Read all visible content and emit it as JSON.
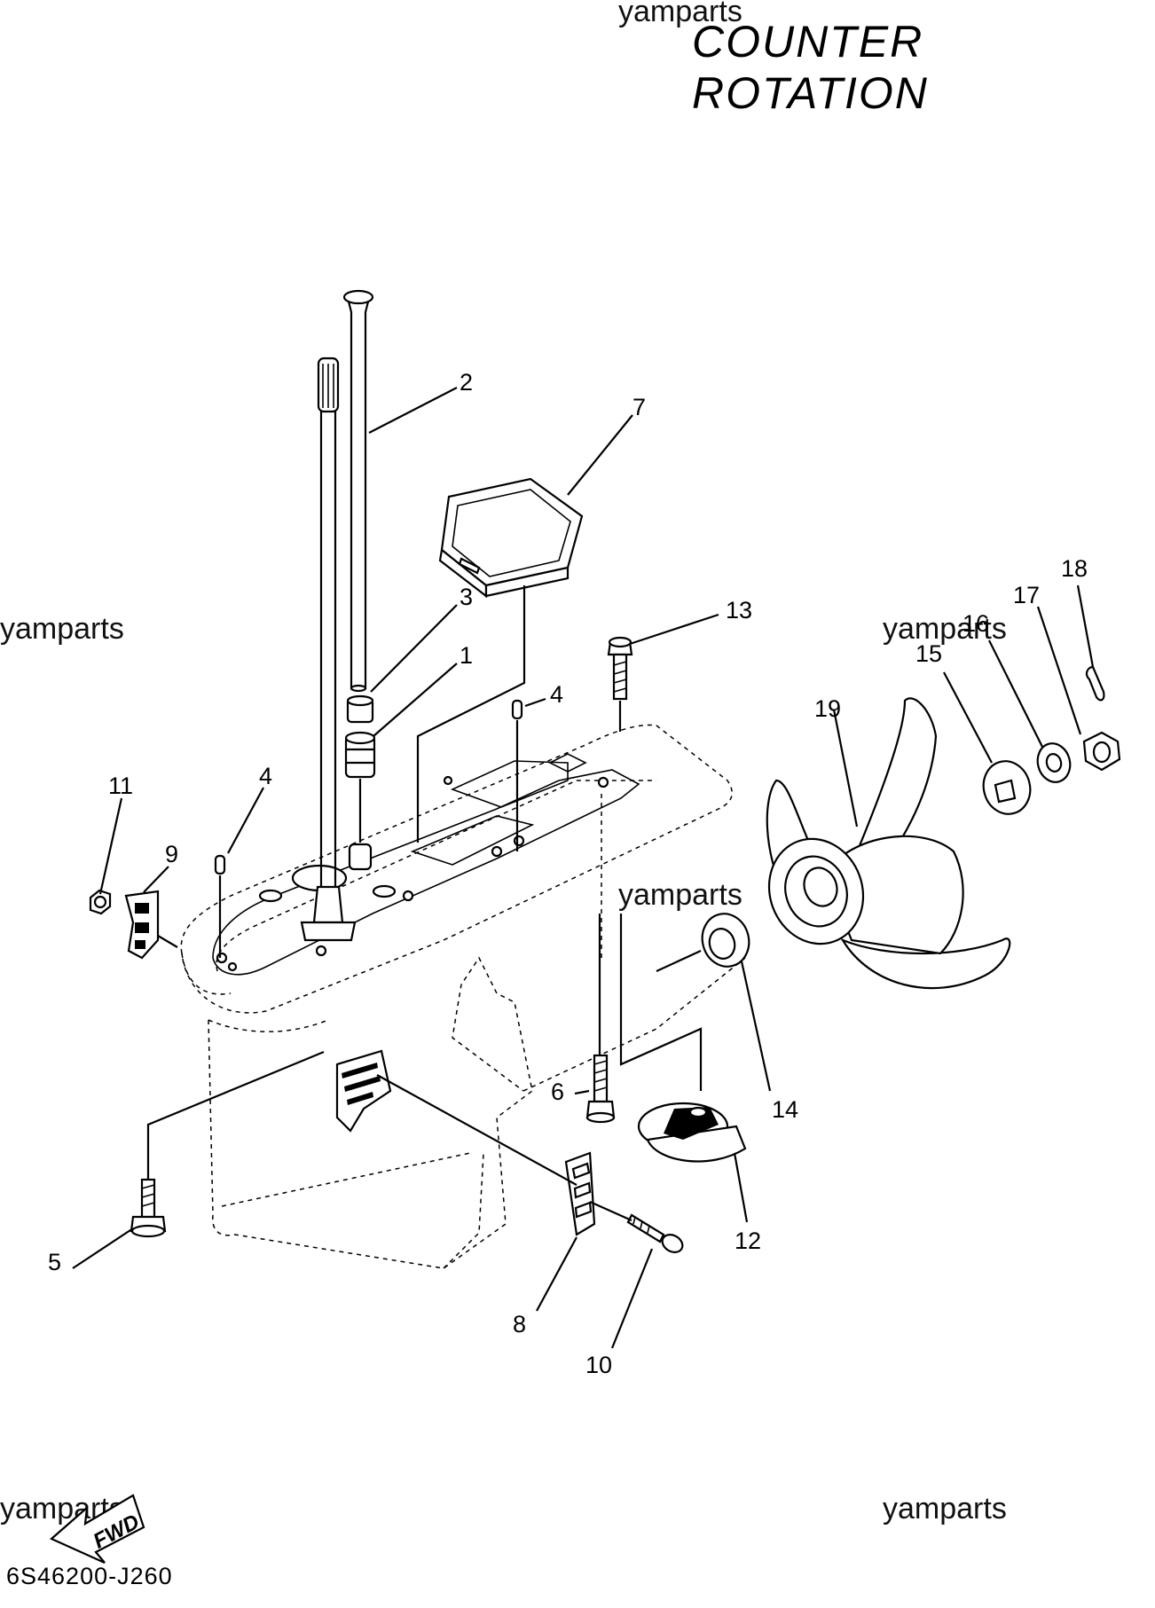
{
  "title": "COUNTER  ROTATION",
  "watermark": "yamparts",
  "diagram_code": "6S46200-J260",
  "direction_label": "FWD",
  "callouts": {
    "c1": "1",
    "c2": "2",
    "c3": "3",
    "c4a": "4",
    "c4b": "4",
    "c5": "5",
    "c6": "6",
    "c7": "7",
    "c8": "8",
    "c9": "9",
    "c10": "10",
    "c11": "11",
    "c12": "12",
    "c13": "13",
    "c14": "14",
    "c15": "15",
    "c16": "16",
    "c17": "17",
    "c18": "18",
    "c19": "19"
  }
}
